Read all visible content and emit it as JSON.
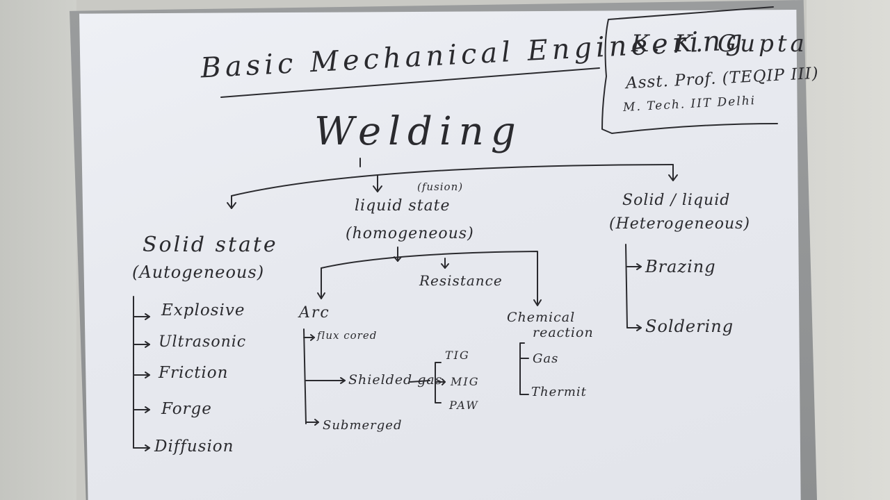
{
  "board": {
    "course_title": "Basic Mechanical Engineering",
    "author": {
      "name": "K. K. Gupta",
      "position": "Asst. Prof. (TEQIP III)",
      "qualification": "M. Tech. IIT Delhi"
    },
    "topic": "Welding",
    "categories": {
      "solid_state": {
        "title": "Solid state",
        "subtitle": "(Autogeneous)",
        "items": [
          "Explosive",
          "Ultrasonic",
          "Friction",
          "Forge",
          "Diffusion"
        ]
      },
      "liquid_state": {
        "title": "liquid state",
        "note": "(fusion)",
        "subtitle": "(homogeneous)",
        "arc": {
          "title": "Arc",
          "flux_cored": "flux cored",
          "shielded_gas": "Shielded gas",
          "gas_types": [
            "TIG",
            "MIG",
            "PAW"
          ],
          "submerged": "Submerged"
        },
        "resistance": "Resistance",
        "chemical": {
          "title_line1": "Chemical",
          "title_line2": "reaction",
          "items": [
            "Gas",
            "Thermit"
          ]
        }
      },
      "solid_liquid": {
        "title": "Solid / liquid",
        "subtitle": "(Heterogeneous)",
        "items": [
          "Brazing",
          "Soldering"
        ]
      }
    }
  }
}
